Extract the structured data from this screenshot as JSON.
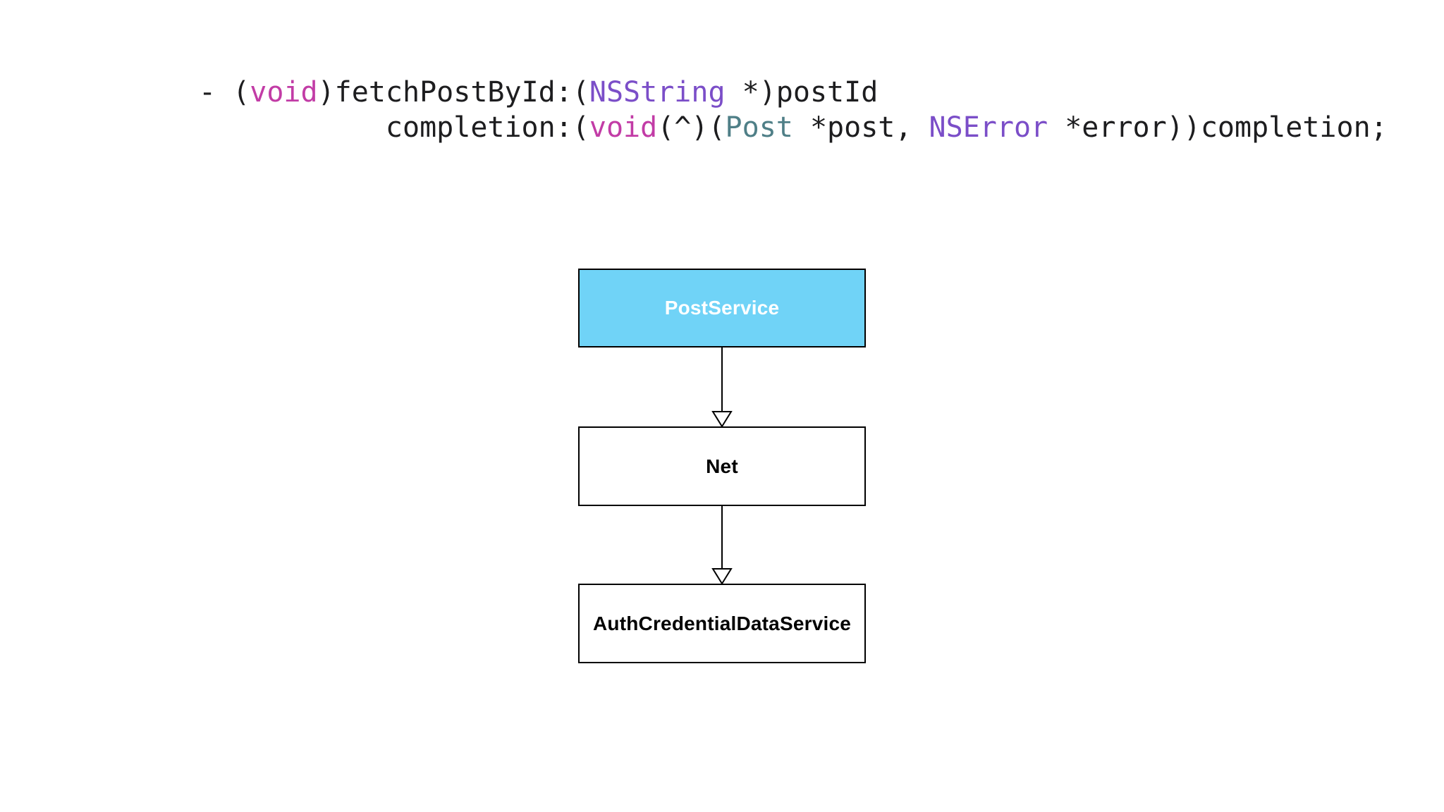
{
  "page": {
    "background_color": "#ffffff"
  },
  "code": {
    "language": "objective-c",
    "token_colors": {
      "plain": "#1d1d1f",
      "keyword": "#c23ca6",
      "framework_class": "#7b4ec8",
      "project_class": "#4f7f87"
    },
    "lines": [
      {
        "tokens": [
          {
            "type": "plain",
            "text": "- ("
          },
          {
            "type": "keyword",
            "text": "void"
          },
          {
            "type": "plain",
            "text": ")fetchPostById:("
          },
          {
            "type": "framework_class",
            "text": "NSString"
          },
          {
            "type": "plain",
            "text": " *)postId"
          }
        ]
      },
      {
        "tokens": [
          {
            "type": "plain",
            "text": "           completion:("
          },
          {
            "type": "keyword",
            "text": "void"
          },
          {
            "type": "plain",
            "text": "(^)("
          },
          {
            "type": "project_class",
            "text": "Post"
          },
          {
            "type": "plain",
            "text": " *post, "
          },
          {
            "type": "framework_class",
            "text": "NSError"
          },
          {
            "type": "plain",
            "text": " *error))completion;"
          }
        ]
      }
    ]
  },
  "diagram": {
    "type": "flow",
    "stroke_color": "#000000",
    "nodes": [
      {
        "label": "PostService",
        "fill": "#70d3f7",
        "label_color": "#ffffff"
      },
      {
        "label": "Net",
        "fill": "#ffffff",
        "label_color": "#000000"
      },
      {
        "label": "AuthCredentialDataService",
        "fill": "#ffffff",
        "label_color": "#000000"
      }
    ],
    "edges": [
      {
        "from": "PostService",
        "to": "Net",
        "arrow": "open-triangle"
      },
      {
        "from": "Net",
        "to": "AuthCredentialDataService",
        "arrow": "open-triangle"
      }
    ]
  }
}
